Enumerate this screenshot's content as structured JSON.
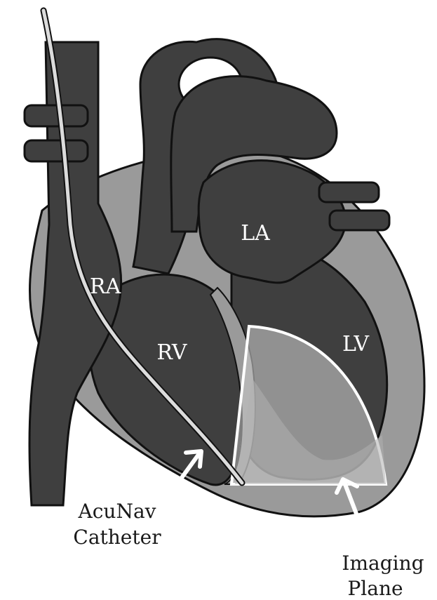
{
  "labels": {
    "ra": "RA",
    "rv": "RV",
    "la": "LA",
    "lv": "LV",
    "catheter_line1": "AcuNav",
    "catheter_line2": "Catheter",
    "plane_line1": "Imaging",
    "plane_line2": "Plane"
  },
  "colors": {
    "chamber": "#3f3f3f",
    "wall": "#9a9a9a",
    "outline": "#111111",
    "plane_fill": "#c8c8c8",
    "catheter": "#dcdcdc",
    "label_light": "#ffffff",
    "label_dark": "#1a1a1a"
  }
}
